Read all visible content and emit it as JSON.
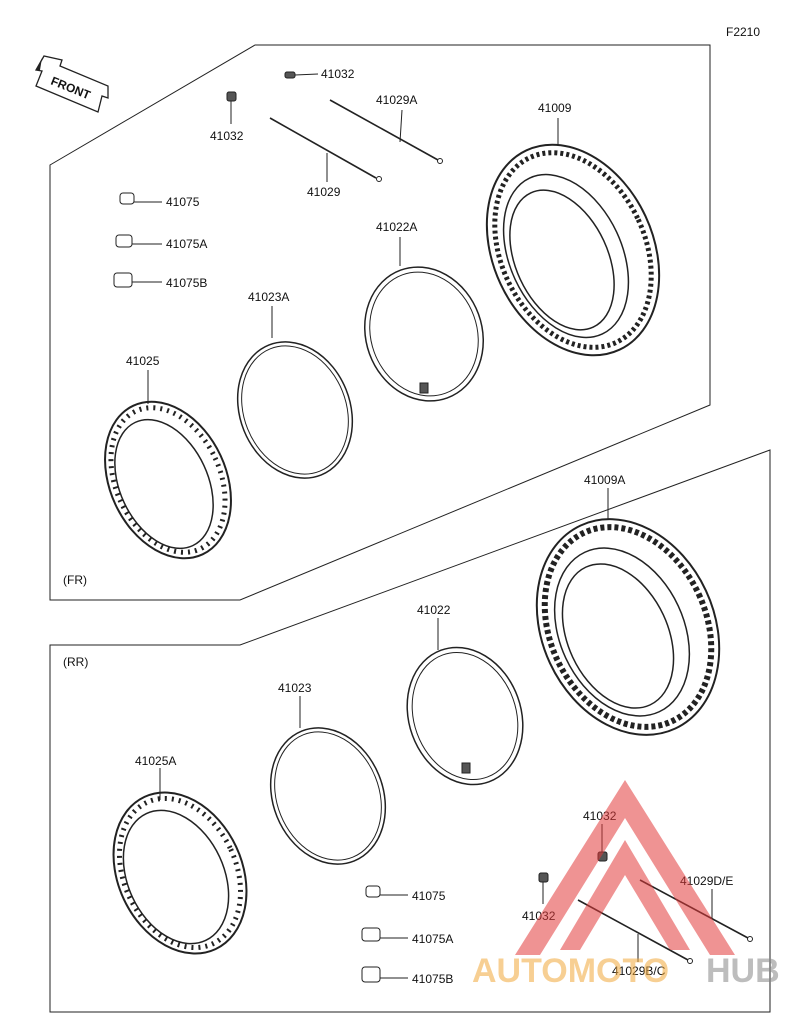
{
  "figure_code": "F2210",
  "front_label": "FRONT",
  "sections": {
    "front": "(FR)",
    "rear": "(RR)"
  },
  "labels": {
    "fr_41032_top": "41032",
    "fr_41032_left": "41032",
    "fr_41029A": "41029A",
    "fr_41029": "41029",
    "fr_41009": "41009",
    "fr_41075": "41075",
    "fr_41075A": "41075A",
    "fr_41075B": "41075B",
    "fr_41022A": "41022A",
    "fr_41023A": "41023A",
    "fr_41025": "41025",
    "rr_41009A": "41009A",
    "rr_41022": "41022",
    "rr_41023": "41023",
    "rr_41025A": "41025A",
    "rr_41032_top": "41032",
    "rr_41032_bottom": "41032",
    "rr_41029DE": "41029D/E",
    "rr_41029BC": "41029B/C",
    "rr_41075": "41075",
    "rr_41075A": "41075A",
    "rr_41075B": "41075B"
  },
  "watermark": {
    "part1": "AUTOMOTO",
    "part2": "HUB",
    "color_red": "#e23b3b",
    "color_orange": "#f2a93b"
  }
}
